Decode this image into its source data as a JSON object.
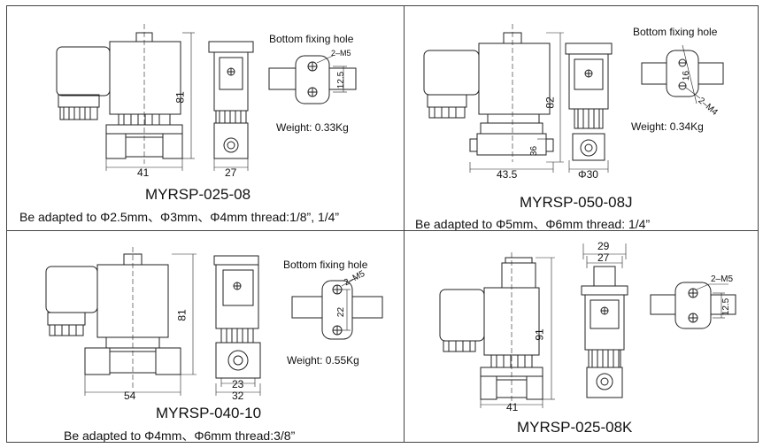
{
  "panels": [
    {
      "model": "MYRSP-025-08",
      "adapted": "Be adapted to Φ2.5mm、Φ3mm、Φ4mm thread:1/8”, 1/4”",
      "bottom_label": "Bottom fixing hole",
      "weight": "Weight: 0.33Kg",
      "dims": {
        "height": "81",
        "width_front": "41",
        "width_side": "27",
        "hole_thread": "2–M5",
        "hole_spacing": "12.5"
      }
    },
    {
      "model": "MYRSP-050-08J",
      "adapted": "Be adapted to Φ5mm、Φ6mm thread: 1/4”",
      "bottom_label": "Bottom fixing hole",
      "weight": "Weight: 0.34Kg",
      "dims": {
        "height": "82",
        "width_front": "43.5",
        "base_height": "36",
        "width_side": "Φ30",
        "hole_thread": "2–M4",
        "hole_spacing": "16"
      }
    },
    {
      "model": "MYRSP-040-10",
      "adapted": "Be adapted to Φ4mm、Φ6mm thread:3/8”",
      "bottom_label": "Bottom fixing hole",
      "weight": "Weight: 0.55Kg",
      "dims": {
        "height": "81",
        "width_front": "54",
        "width_side_inner": "23",
        "width_side_outer": "32",
        "hole_thread": "2–M5",
        "hole_spacing": "22"
      }
    },
    {
      "model": "MYRSP-025-08K",
      "dims": {
        "height": "91",
        "width_front": "41",
        "width_side_top": "29",
        "width_side_mid": "27",
        "hole_thread": "2–M5",
        "hole_spacing": "12.5"
      }
    }
  ]
}
